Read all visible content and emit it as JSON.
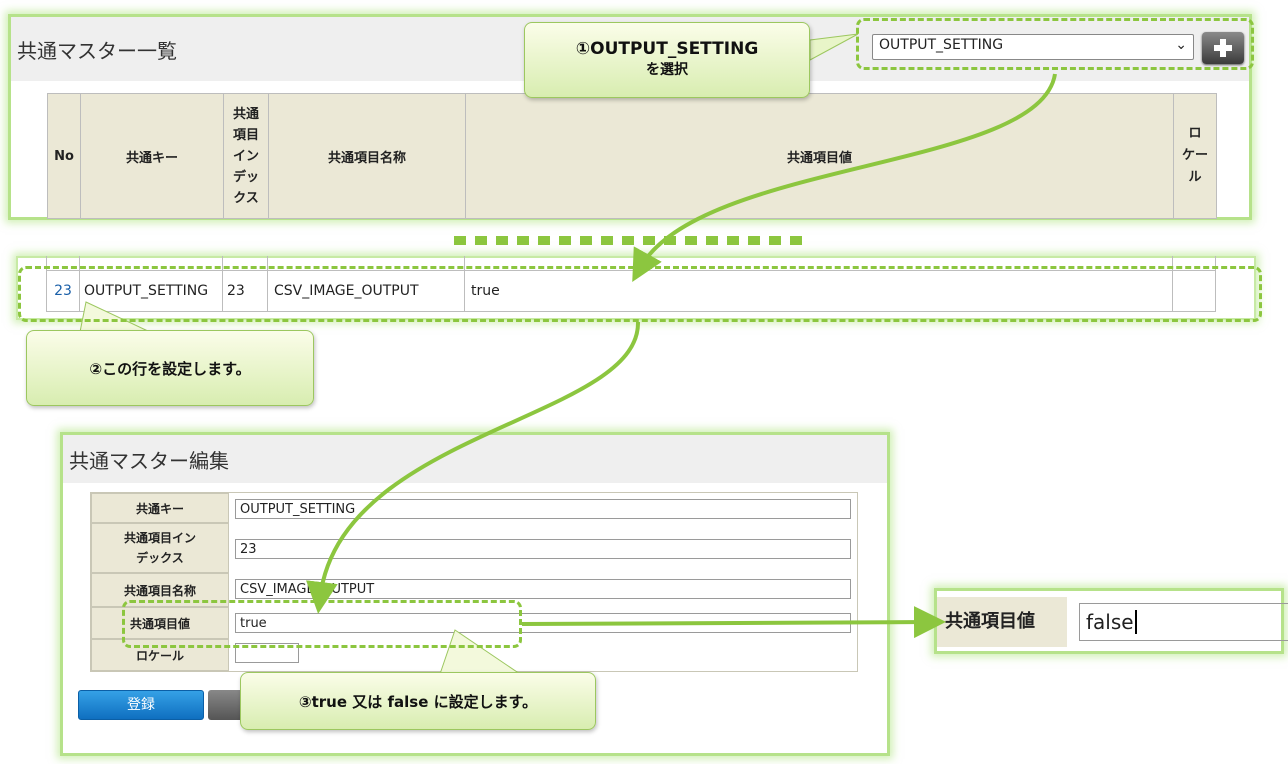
{
  "list_panel": {
    "title": "共通マスター一覧",
    "select_value": "OUTPUT_SETTING",
    "headers": [
      "No",
      "共通キー",
      "共通\n項目\nイン\nデッ\nクス",
      "共通項目名称",
      "共通項目値",
      "ロ\nケー\nル"
    ]
  },
  "row": {
    "no": "23",
    "key": "OUTPUT_SETTING",
    "index": "23",
    "name": "CSV_IMAGE_OUTPUT",
    "value": "true",
    "locale": ""
  },
  "callouts": {
    "c1_line1": "①OUTPUT_SETTING",
    "c1_line2": "を選択",
    "c2": "②この行を設定します。",
    "c3": "③true 又は false に設定します。"
  },
  "edit_panel": {
    "title": "共通マスター編集",
    "fields": [
      {
        "label": "共通キー",
        "value": "OUTPUT_SETTING"
      },
      {
        "label": "共通項目イン\nデックス",
        "value": "23"
      },
      {
        "label": "共通項目名称",
        "value": "CSV_IMAGE_OUTPUT"
      },
      {
        "label": "共通項目値",
        "value": "true"
      },
      {
        "label": "ロケール",
        "value": ""
      }
    ],
    "register_label": "登録"
  },
  "zoom": {
    "label": "共通項目値",
    "value": "false"
  },
  "colors": {
    "accent_green": "#8cc63f",
    "header_bg": "#ebe8d6",
    "link_blue": "#1a5fa8",
    "button_blue": "#1b82d0"
  }
}
